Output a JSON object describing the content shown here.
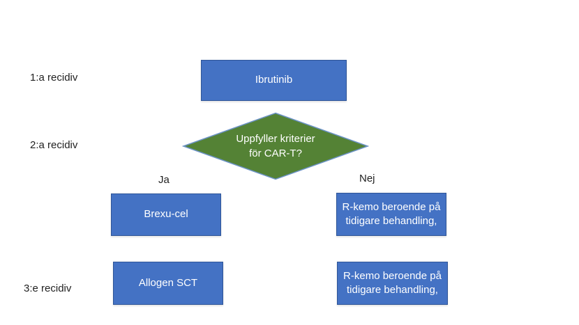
{
  "colors": {
    "canvas-bg": "#ffffff",
    "box-fill": "#4472C4",
    "box-border": "#2F5597",
    "box-text": "#ffffff",
    "diamond-fill": "#548235",
    "diamond-border": "#6C93C5",
    "label-text": "#1f1f1f"
  },
  "labels": {
    "recidiv1": "1:a recidiv",
    "recidiv2": "2:a recidiv",
    "recidiv3": "3:e recidiv",
    "ja": "Ja",
    "nej": "Nej"
  },
  "nodes": {
    "ibrutinib": {
      "label": "Ibrutinib"
    },
    "decision": {
      "label": "Uppfyller kriterier\nför CAR-T?"
    },
    "brexu": {
      "label": "Brexu-cel"
    },
    "rkemo_after_nej": {
      "label": "R-kemo beroende på\ntidigare behandling,"
    },
    "allogen": {
      "label": "Allogen SCT"
    },
    "rkemo_third": {
      "label": "R-kemo beroende på\ntidigare behandling,"
    }
  }
}
